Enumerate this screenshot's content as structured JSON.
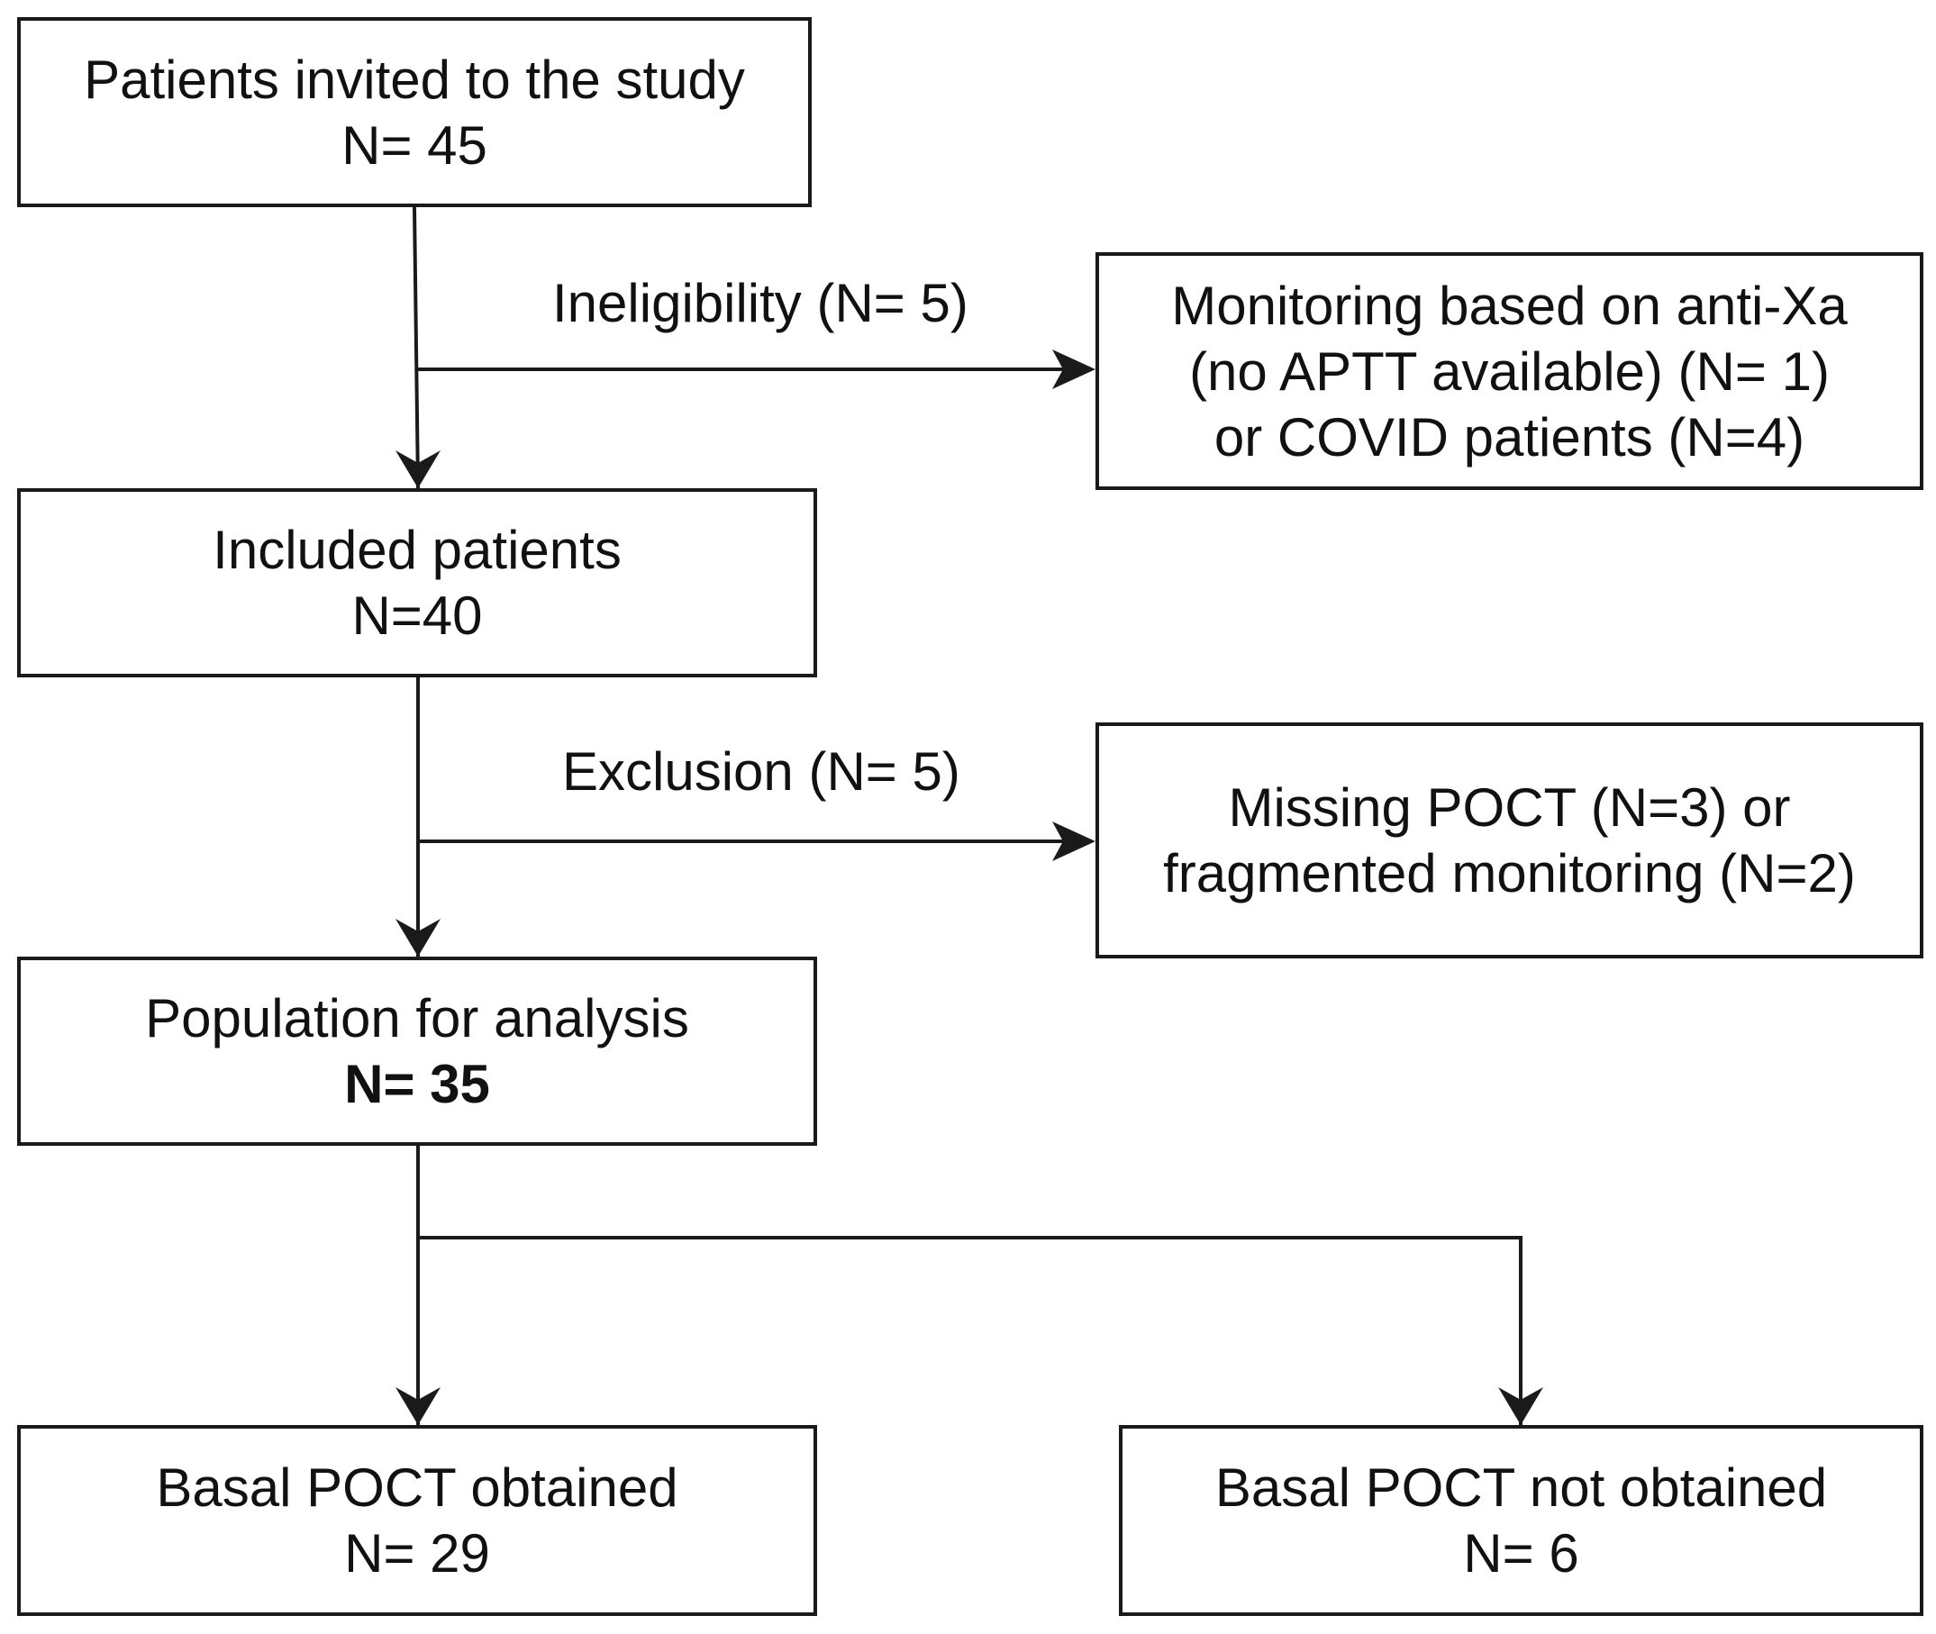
{
  "boxes": {
    "invited": {
      "title": "Patients invited to the study",
      "count": "N= 45"
    },
    "ineligible": {
      "line1": "Monitoring based on anti-Xa",
      "line2": "(no APTT available) (N= 1)",
      "line3": "or COVID patients (N=4)"
    },
    "included": {
      "title": "Included patients",
      "count": "N=40"
    },
    "excluded": {
      "line1": "Missing POCT (N=3) or",
      "line2": "fragmented monitoring (N=2)"
    },
    "analysis": {
      "title": "Population for analysis",
      "count": "N= 35"
    },
    "basal_obtained": {
      "title": "Basal POCT obtained",
      "count": "N= 29"
    },
    "basal_not_obtained": {
      "title": "Basal POCT not obtained",
      "count": "N= 6"
    }
  },
  "edges": {
    "ineligibility": "Ineligibility (N= 5)",
    "exclusion": "Exclusion (N= 5)"
  }
}
